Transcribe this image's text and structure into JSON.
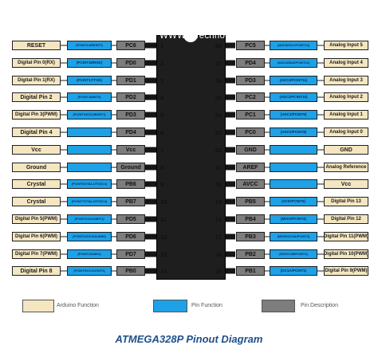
{
  "site": "WWW.ETechnoG.COM",
  "title": "ATMEGA328P Pinout Diagram",
  "legend": {
    "arduino": "Arduino Function",
    "function": "Pin Function",
    "description": "Pin Description"
  },
  "colors": {
    "arduino": "#f3e6c1",
    "function": "#1ea1e6",
    "description": "#7d7d7d",
    "chip": "#1e1e1e",
    "title": "#1e4f8c"
  },
  "left_pins": [
    {
      "num": "1",
      "arduino": "RESET",
      "func": "(PCINT14/RESET)",
      "desc": "PC6"
    },
    {
      "num": "2",
      "arduino": "Digital Pin 0(RX)",
      "func": "(PCINT16/RXD)",
      "desc": "PD0"
    },
    {
      "num": "3",
      "arduino": "Digital Pin 1(RX)",
      "func": "(PCINT17/TXD)",
      "desc": "PD1"
    },
    {
      "num": "4",
      "arduino": "Digital Pin 2",
      "func": "(PCINT18/INT0)",
      "desc": "PD2"
    },
    {
      "num": "5",
      "arduino": "Digital Pin 3(PWM)",
      "func": "(PCINT19/OC2B/INT1)",
      "desc": "PD3"
    },
    {
      "num": "6",
      "arduino": "Digital Pin 4",
      "func": "",
      "desc": "PD4"
    },
    {
      "num": "7",
      "arduino": "Vcc",
      "func": "",
      "desc": "Vcc"
    },
    {
      "num": "8",
      "arduino": "Ground",
      "func": "",
      "desc": "Ground"
    },
    {
      "num": "9",
      "arduino": "Crystal",
      "func": "(PCINT6/XTAL1/TOSC1)",
      "desc": "PB6"
    },
    {
      "num": "10",
      "arduino": "Crystal",
      "func": "(PCINT7/XTAL2/TOSC2)",
      "desc": "PB7"
    },
    {
      "num": "11",
      "arduino": "Digital Pin 5(PWM)",
      "func": "(PCINT21/OC0B/T1)",
      "desc": "PD5"
    },
    {
      "num": "12",
      "arduino": "Digital Pin 6(PWM)",
      "func": "(PCINT22/OC0A/AIN0)",
      "desc": "PD6"
    },
    {
      "num": "13",
      "arduino": "Digital Pin 7(PWM)",
      "func": "(PCINT23/AIN1)",
      "desc": "PD7"
    },
    {
      "num": "14",
      "arduino": "Digital Pin 8",
      "func": "(PCINT0/CLKO/ICP1)",
      "desc": "PB0"
    }
  ],
  "right_pins": [
    {
      "num": "28",
      "desc": "PC5",
      "func": "(ADC5/SCL/PCINT13)",
      "arduino": "Analog Input 5"
    },
    {
      "num": "27",
      "desc": "PD4",
      "func": "(ADC4/SDA/PCINT12)",
      "arduino": "Analog Input 4"
    },
    {
      "num": "26",
      "desc": "PD3",
      "func": "(ADC3/PCINT11)",
      "arduino": "Analog Input 3"
    },
    {
      "num": "25",
      "desc": "PC2",
      "func": "(ADC2/PCINT10)",
      "arduino": "Analog Input 2"
    },
    {
      "num": "24",
      "desc": "PC1",
      "func": "(ADC1/PCINT9)",
      "arduino": "Analog Input 1"
    },
    {
      "num": "23",
      "desc": "PC0",
      "func": "(ADC0/PCINT8)",
      "arduino": "Analog Input 0"
    },
    {
      "num": "22",
      "desc": "GND",
      "func": "",
      "arduino": "GND"
    },
    {
      "num": "21",
      "desc": "AREF",
      "func": "",
      "arduino": "Analog Reference"
    },
    {
      "num": "20",
      "desc": "AVCC",
      "func": "",
      "arduino": "Vcc"
    },
    {
      "num": "19",
      "desc": "PB5",
      "func": "(SCK/PCINT5)",
      "arduino": "Digital Pin 13"
    },
    {
      "num": "18",
      "desc": "PB4",
      "func": "(MISO/PCINT4)",
      "arduino": "Digital Pin 12"
    },
    {
      "num": "17",
      "desc": "PB3",
      "func": "(MOSI/OC2A/PCINT3)",
      "arduino": "Digital Pin 11(PWM)"
    },
    {
      "num": "16",
      "desc": "PB2",
      "func": "(SS/OC1B/PCINT2)",
      "arduino": "Digital Pin 10(PWM)"
    },
    {
      "num": "15",
      "desc": "PB1",
      "func": "(OC1A/PCINT1)",
      "arduino": "Digital Pin 9(PWM)"
    }
  ]
}
